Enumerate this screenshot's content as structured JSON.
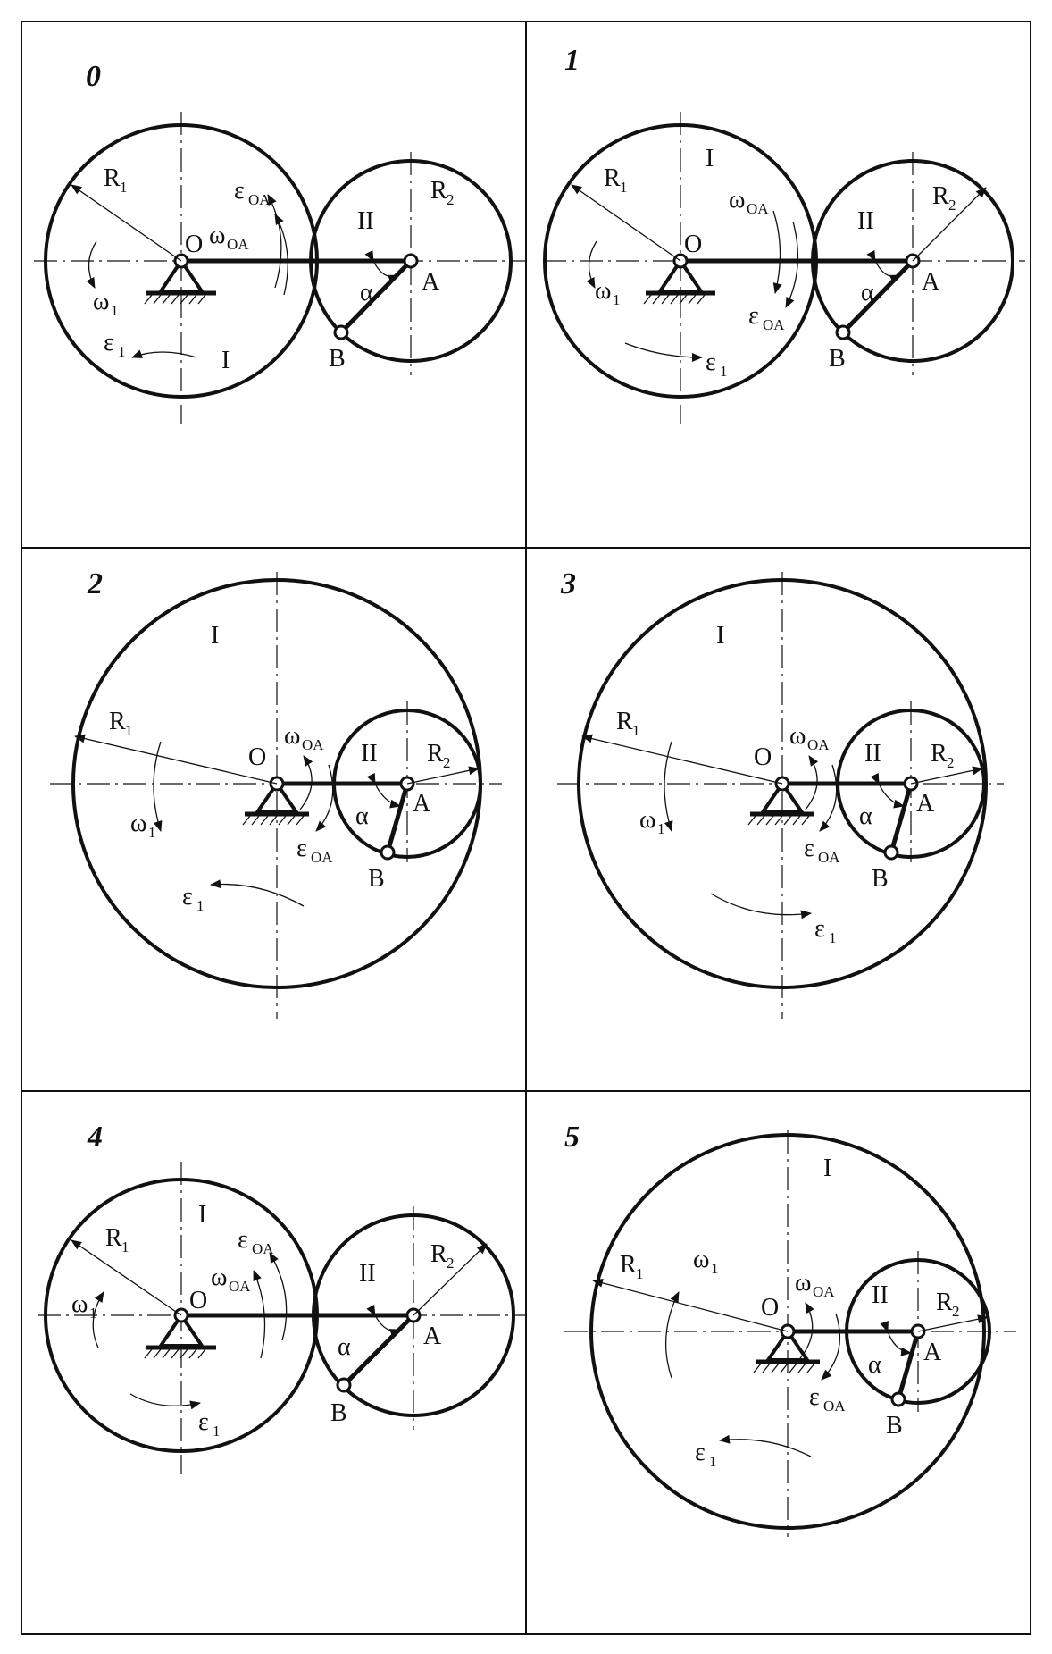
{
  "variants": [
    {
      "number": "0",
      "labels": {
        "gear1": "I",
        "gear2": "II",
        "O": "O",
        "A": "A",
        "B": "B",
        "alpha": "α",
        "R1": "R",
        "R1_sub": "1",
        "R2": "R",
        "R2_sub": "2",
        "omega1": "ω",
        "omega1_sub": "1",
        "eps1": "ε",
        "eps1_sub": "1",
        "omegaOA": "ω",
        "omegaOA_sub": "OA",
        "epsOA": "ε",
        "epsOA_sub": "OA"
      }
    },
    {
      "number": "1",
      "labels": {
        "gear1": "I",
        "gear2": "II",
        "O": "O",
        "A": "A",
        "B": "B",
        "alpha": "α",
        "R1": "R",
        "R1_sub": "1",
        "R2": "R",
        "R2_sub": "2",
        "omega1": "ω",
        "omega1_sub": "1",
        "eps1": "ε",
        "eps1_sub": "1",
        "omegaOA": "ω",
        "omegaOA_sub": "OA",
        "epsOA": "ε",
        "epsOA_sub": "OA"
      }
    },
    {
      "number": "2",
      "labels": {
        "gear1": "I",
        "gear2": "II",
        "O": "O",
        "A": "A",
        "B": "B",
        "alpha": "α",
        "R1": "R",
        "R1_sub": "1",
        "R2": "R",
        "R2_sub": "2",
        "omega1": "ω",
        "omega1_sub": "1",
        "eps1": "ε",
        "eps1_sub": "1",
        "omegaOA": "ω",
        "omegaOA_sub": "OA",
        "epsOA": "ε",
        "epsOA_sub": "OA"
      }
    },
    {
      "number": "3",
      "labels": {
        "gear1": "I",
        "gear2": "II",
        "O": "O",
        "A": "A",
        "B": "B",
        "alpha": "α",
        "R1": "R",
        "R1_sub": "1",
        "R2": "R",
        "R2_sub": "2",
        "omega1": "ω",
        "omega1_sub": "1",
        "eps1": "ε",
        "eps1_sub": "1",
        "omegaOA": "ω",
        "omegaOA_sub": "OA",
        "epsOA": "ε",
        "epsOA_sub": "OA"
      }
    },
    {
      "number": "4",
      "labels": {
        "gear1": "I",
        "gear2": "II",
        "O": "O",
        "A": "A",
        "B": "B",
        "alpha": "α",
        "R1": "R",
        "R1_sub": "1",
        "R2": "R",
        "R2_sub": "2",
        "omega1": "ω",
        "omega1_sub": "1",
        "eps1": "ε",
        "eps1_sub": "1",
        "omegaOA": "ω",
        "omegaOA_sub": "OA",
        "epsOA": "ε",
        "epsOA_sub": "OA"
      }
    },
    {
      "number": "5",
      "labels": {
        "gear1": "I",
        "gear2": "II",
        "O": "O",
        "A": "A",
        "B": "B",
        "alpha": "α",
        "R1": "R",
        "R1_sub": "1",
        "R2": "R",
        "R2_sub": "2",
        "omega1": "ω",
        "omega1_sub": "1",
        "eps1": "ε",
        "eps1_sub": "1",
        "omegaOA": "ω",
        "omegaOA_sub": "OA",
        "epsOA": "ε",
        "epsOA_sub": "OA"
      }
    }
  ]
}
